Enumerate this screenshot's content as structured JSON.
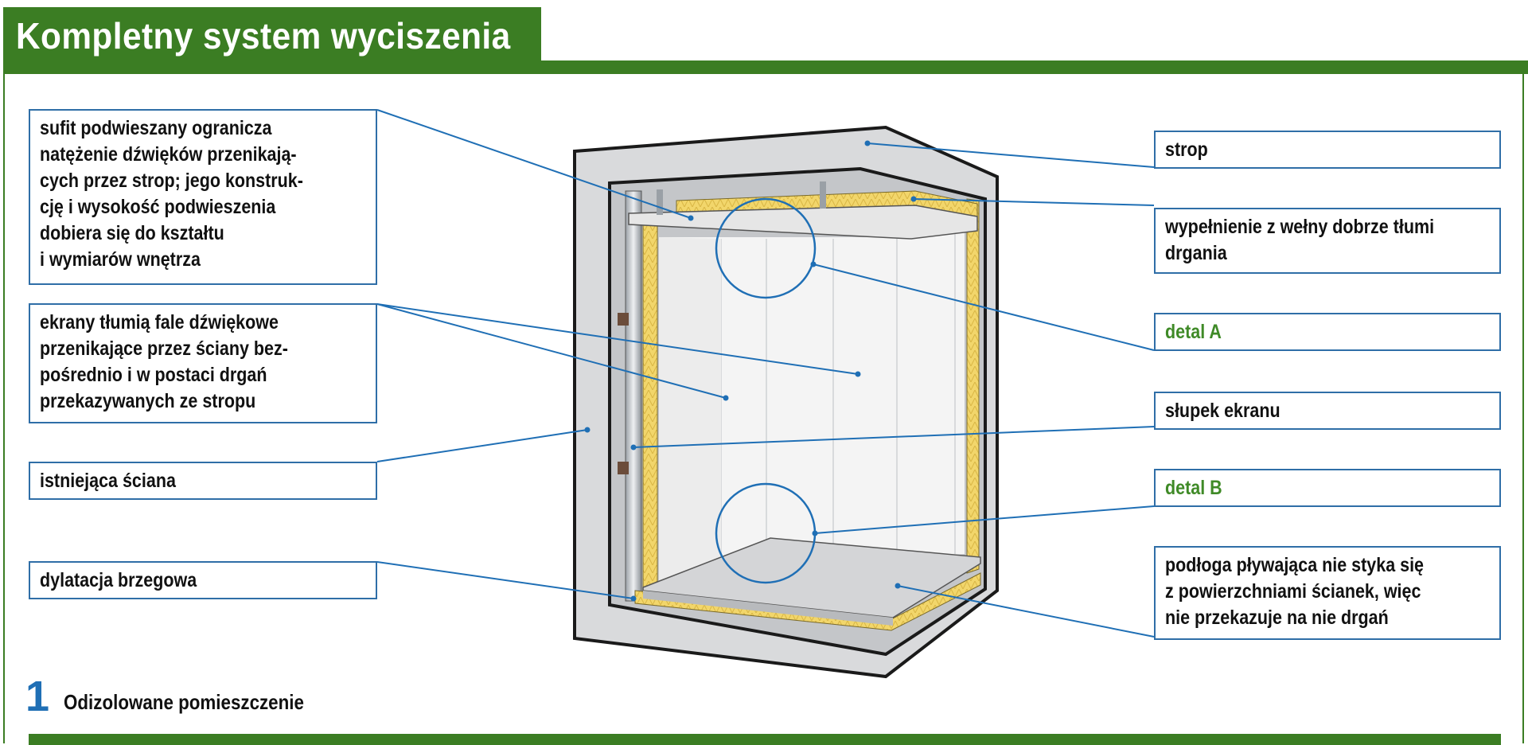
{
  "title": "Kompletny system wyciszenia",
  "caption": {
    "number": "1",
    "text": "Odizolowane pomieszczenie"
  },
  "colors": {
    "brand_green": "#3b7d23",
    "callout_blue": "#2f6ea7",
    "wool_yellow": "#f2d66b",
    "wall_gray": "#d9dadc"
  },
  "labels_left": {
    "sufit": "sufit podwieszany ogranicza\nnatężenie dźwięków przenikają-\ncych przez strop; jego konstruk-\ncję i wysokość podwieszenia\ndobiera się do kształtu\ni wymiarów wnętrza",
    "ekrany": "ekrany tłumią fale dźwiękowe\nprzenikające przez ściany bez-\npośrednio i w postaci drgań\nprzekazywanych ze stropu",
    "sciana": "istniejąca ściana",
    "dylatacja": "dylatacja brzegowa"
  },
  "labels_right": {
    "strop": "strop",
    "welna": "wypełnienie z wełny dobrze tłumi\ndrgania",
    "detal_a": "detal A",
    "slupek": "słupek ekranu",
    "detal_b": "detal B",
    "podloga": "podłoga pływająca nie styka się\nz powierzchniami ścianek, więc\nnie przekazuje na nie drgań"
  }
}
